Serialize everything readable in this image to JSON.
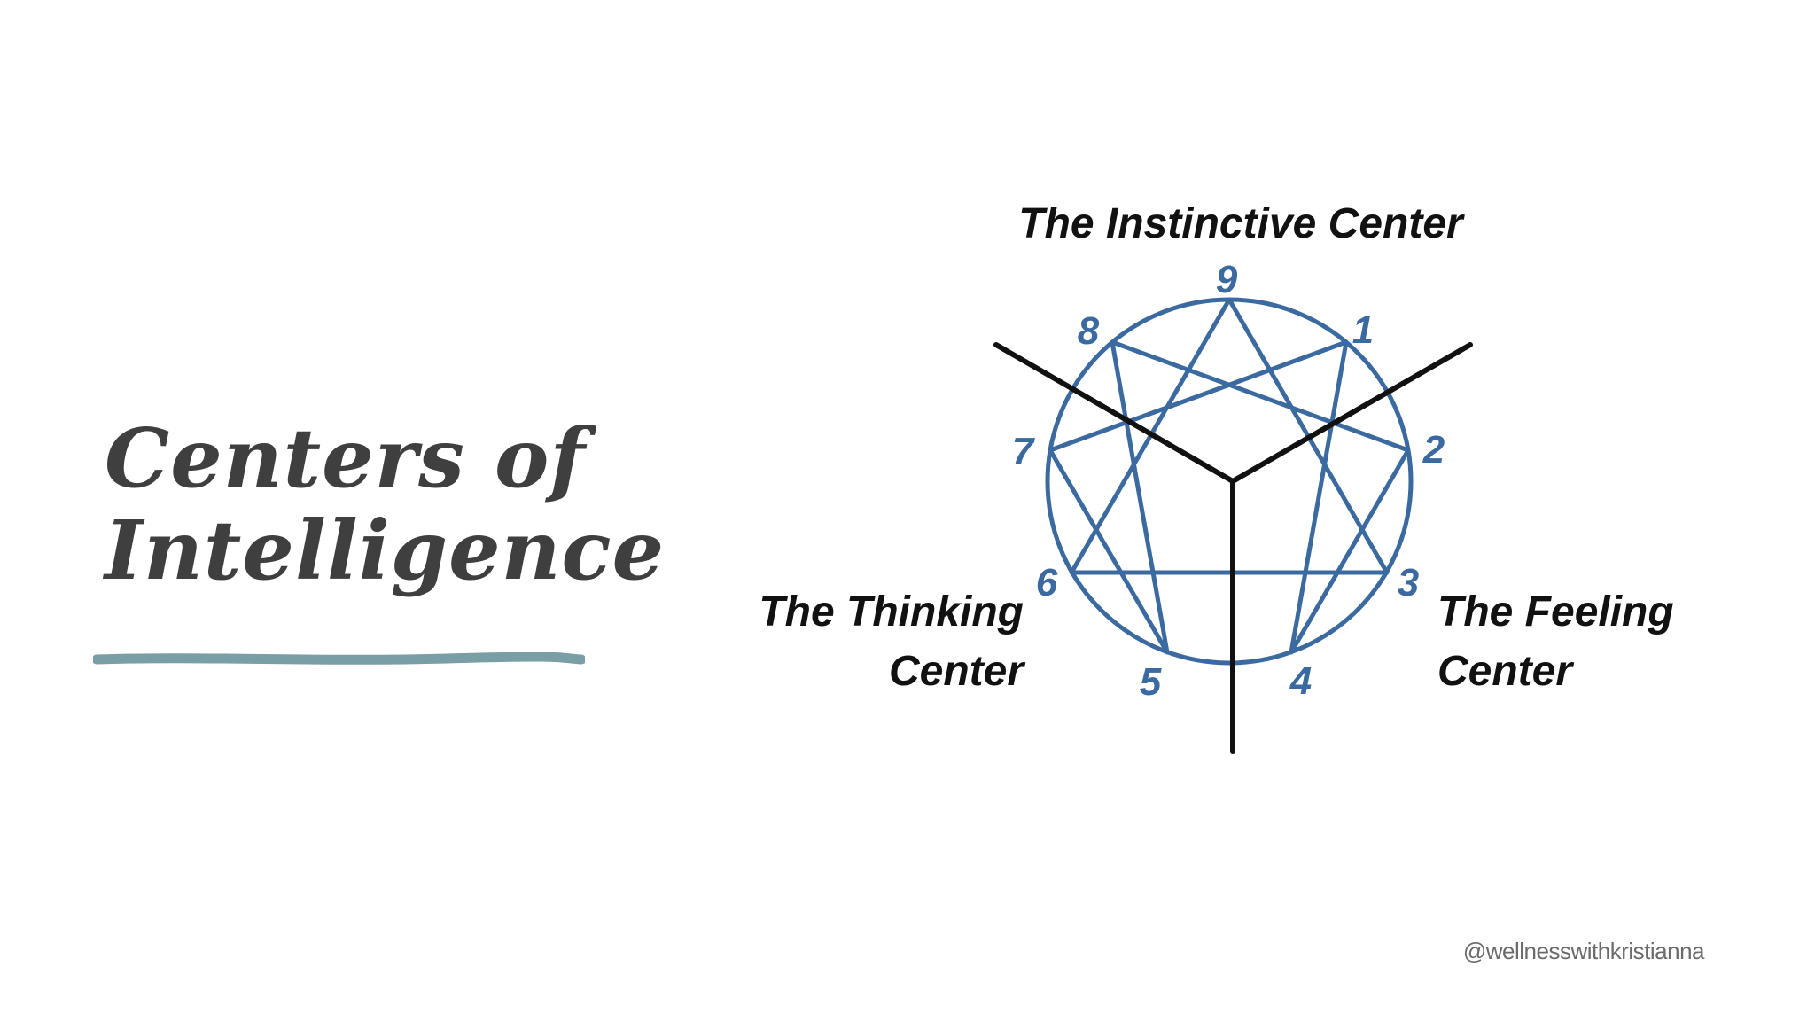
{
  "slide": {
    "title_line1": "Centers of",
    "title_line2": "Intelligence",
    "underline_color": "#7a9ea6",
    "credit": "@wellnesswithkristianna"
  },
  "diagram": {
    "centers": {
      "instinctive": "The Instinctive Center",
      "thinking_line1": "The Thinking",
      "thinking_line2": "Center",
      "feeling_line1": "The Feeling",
      "feeling_line2": "Center"
    },
    "points": [
      "9",
      "1",
      "2",
      "3",
      "4",
      "5",
      "6",
      "7",
      "8"
    ],
    "enneagram_color": "#3b6aa0",
    "divider_color": "#111111"
  }
}
